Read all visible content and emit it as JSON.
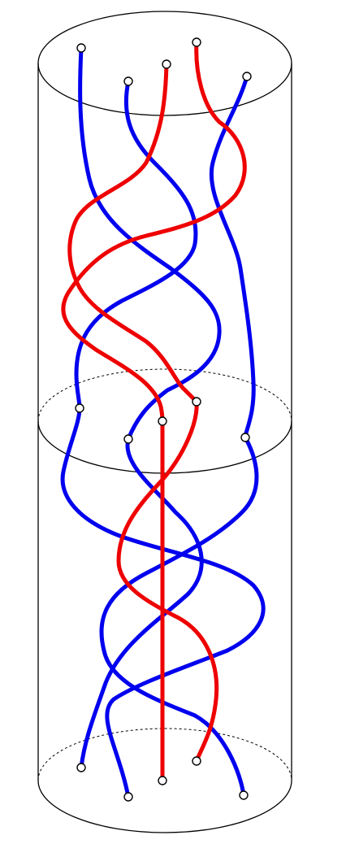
{
  "diagram": {
    "kind": "braid-in-cylinder",
    "cylinders": 2,
    "strands": [
      {
        "id": "s1",
        "color": "#0000ee"
      },
      {
        "id": "s2",
        "color": "#0000ee"
      },
      {
        "id": "s3",
        "color": "#ee0000"
      },
      {
        "id": "s4",
        "color": "#ee0000"
      },
      {
        "id": "s5",
        "color": "#0000ee"
      }
    ],
    "colors": {
      "blue": "#0000ee",
      "red": "#ee0000",
      "outline": "#000000",
      "background": "#ffffff"
    },
    "endpoints_per_level": 5,
    "levels": [
      "top",
      "middle",
      "bottom"
    ]
  }
}
